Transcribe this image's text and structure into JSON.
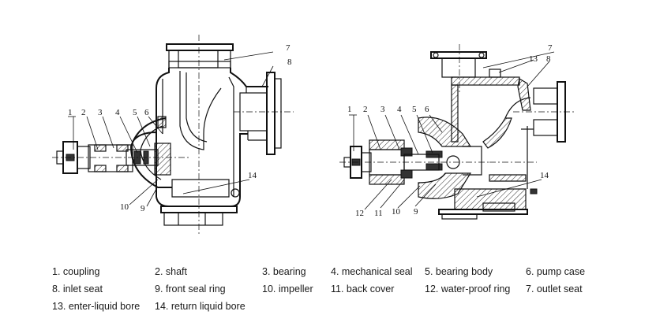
{
  "left_view": {
    "callouts": [
      "1",
      "2",
      "3",
      "4",
      "5",
      "6",
      "7",
      "8",
      "9",
      "10",
      "14"
    ]
  },
  "right_view": {
    "callouts": [
      "1",
      "2",
      "3",
      "4",
      "5",
      "6",
      "7",
      "8",
      "9",
      "10",
      "11",
      "12",
      "13",
      "14"
    ]
  },
  "legend": [
    "1. coupling",
    "2. shaft",
    "3. bearing",
    "4. mechanical seal",
    "5. bearing body",
    "6. pump case",
    "8. inlet seat",
    "9. front seal ring",
    "10. impeller",
    "11. back cover",
    "12. water-proof ring",
    "7. outlet seat",
    "13. enter-liquid bore",
    "14. return liquid bore"
  ]
}
